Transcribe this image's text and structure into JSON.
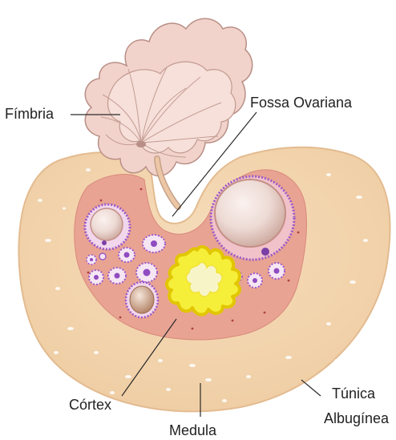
{
  "labels": {
    "fimbria": "Fímbria",
    "fossa": "Fossa Ovariana",
    "cortex": "Córtex",
    "medula": "Medula",
    "tunica_line1": "Túnica",
    "tunica_line2": "Albugínea"
  },
  "colors": {
    "tunica": "#f4d6b0",
    "tunica_edge": "#e9c39a",
    "cortex": "#e9a69a",
    "fimbria": "#f1d3cb",
    "fimbria_edge": "#b88f86",
    "follicle_ring": "#9b59c9",
    "follicle_fill": "#f6e6f4",
    "corpus_luteum": "#f5ef3a",
    "corpus_luteum_edge": "#e0c800"
  }
}
